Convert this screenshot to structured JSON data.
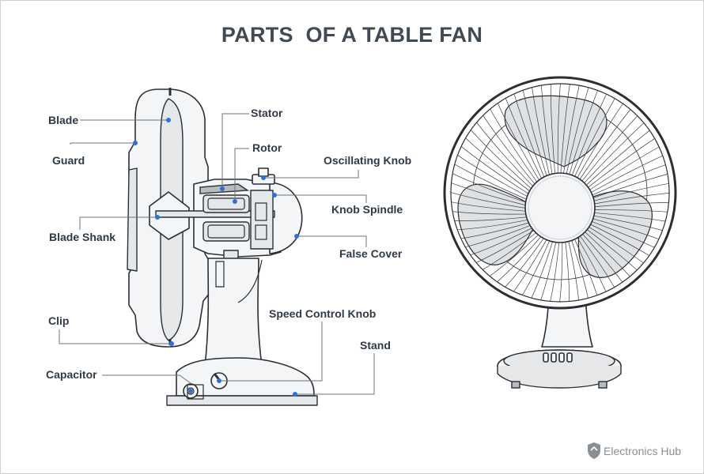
{
  "title": "PARTS  OF A TABLE FAN",
  "labels": {
    "blade": "Blade",
    "guard": "Guard",
    "blade_shank": "Blade Shank",
    "clip": "Clip",
    "capacitor": "Capacitor",
    "stator": "Stator",
    "rotor": "Rotor",
    "oscillating_knob": "Oscillating Knob",
    "knob_spindle": "Knob Spindle",
    "false_cover": "False Cover",
    "speed_control_knob": "Speed Control Knob",
    "stand": "Stand"
  },
  "brand": {
    "name": "Electronics Hub",
    "icon": "shield-logo-icon"
  },
  "colors": {
    "title": "#3f4a55",
    "label": "#2f3a45",
    "leader_dot": "#2f6fd8",
    "outline": "#2b2f33",
    "brand_text": "#8a8f94"
  }
}
